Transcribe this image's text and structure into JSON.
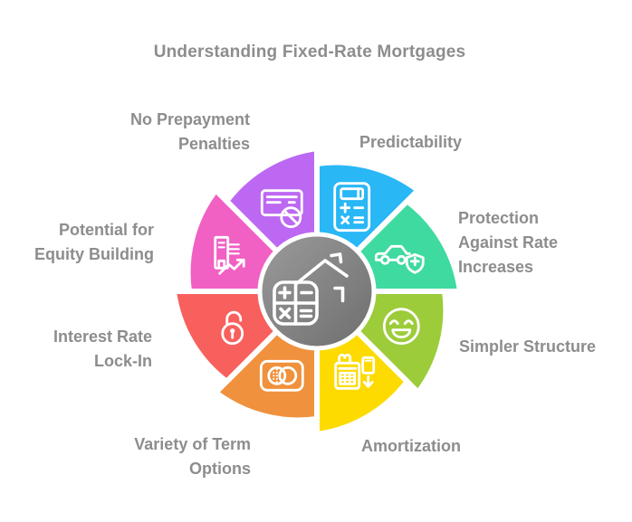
{
  "title": "Understanding Fixed-Rate Mortgages",
  "style": {
    "background": "#ffffff",
    "text_color": "#8d8d8d",
    "outline_color": "#ffffff",
    "center_fill_top": "#9b9b9b",
    "center_fill_bottom": "#6e6e6e"
  },
  "wheel": {
    "center_icon": "house-calculator",
    "segments": [
      {
        "id": "no-prepayment-penalties",
        "label": "No Prepayment Penalties",
        "label_lines": [
          "No Prepayment",
          "Penalties"
        ],
        "icon": "card-blocked",
        "color": "#bd68f3",
        "angle": 112.5
      },
      {
        "id": "predictability",
        "label": "Predictability",
        "label_lines": [
          "Predictability"
        ],
        "icon": "calculator",
        "color": "#29b7f6",
        "angle": 67.5
      },
      {
        "id": "protection-against-rate-increases",
        "label": "Protection Against Rate Increases",
        "label_lines": [
          "Protection",
          "Against Rate",
          "Increases"
        ],
        "icon": "car-shield",
        "color": "#3eda9f",
        "angle": 22.5
      },
      {
        "id": "simpler-structure",
        "label": "Simpler Structure",
        "label_lines": [
          "Simpler Structure"
        ],
        "icon": "smiley",
        "color": "#9ccc3a",
        "angle": -22.5
      },
      {
        "id": "amortization",
        "label": "Amortization",
        "label_lines": [
          "Amortization"
        ],
        "icon": "payment-terminal",
        "color": "#fddb00",
        "angle": -67.5
      },
      {
        "id": "variety-of-term-options",
        "label": "Variety of Term Options",
        "label_lines": [
          "Variety of Term",
          "Options"
        ],
        "icon": "overlapping-circles",
        "color": "#f0913d",
        "angle": -112.5
      },
      {
        "id": "interest-rate-lock-in",
        "label": "Interest Rate Lock-In",
        "label_lines": [
          "Interest Rate",
          "Lock-In"
        ],
        "icon": "open-padlock",
        "color": "#f8605e",
        "angle": -157.5
      },
      {
        "id": "potential-for-equity-building",
        "label": "Potential for Equity Building",
        "label_lines": [
          "Potential for",
          "Equity Building"
        ],
        "icon": "building-growth",
        "color": "#f160c3",
        "angle": 157.5
      }
    ]
  }
}
